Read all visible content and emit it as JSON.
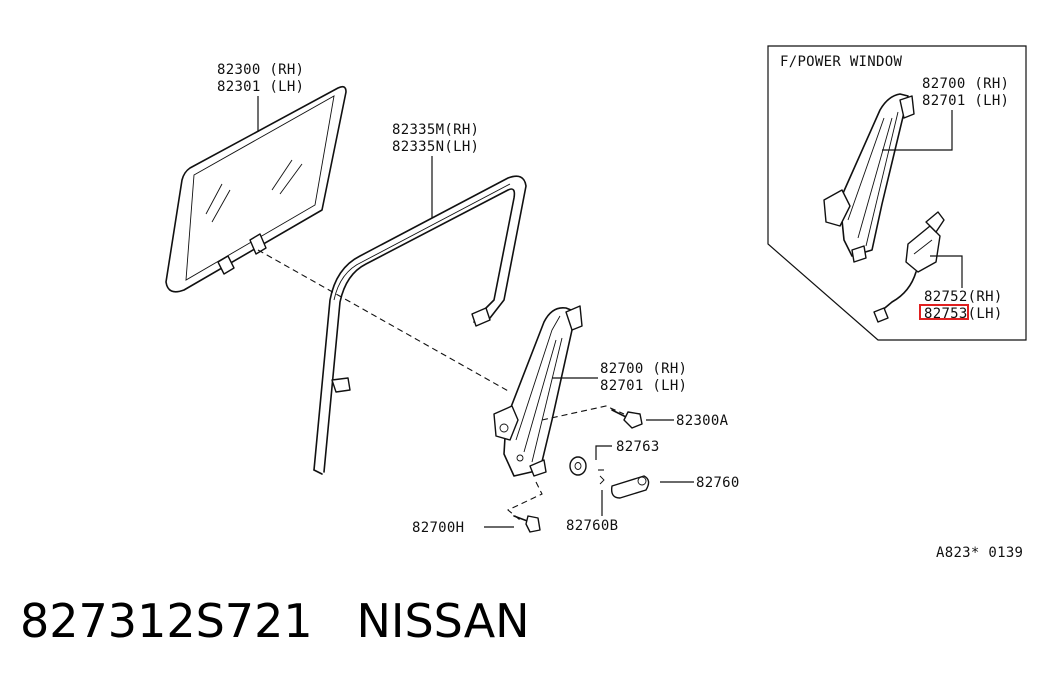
{
  "inset": {
    "title": "F/POWER WINDOW",
    "regulator_rh": "82700 (RH)",
    "regulator_lh": "82701 (LH)",
    "motor_rh": "82752(RH)",
    "motor_lh": "82753(LH)",
    "highlight_color": "#e02020"
  },
  "parts": {
    "glass_rh": "82300 (RH)",
    "glass_lh": "82301 (LH)",
    "run_rh": "82335M(RH)",
    "run_lh": "82335N(LH)",
    "regulator_rh": "82700 (RH)",
    "regulator_lh": "82701 (LH)",
    "bolt_a": "82300A",
    "washer": "82763",
    "handle": "82760",
    "handle_b": "82760B",
    "bolt_h": "82700H"
  },
  "figure_code": "A823* 0139",
  "caption": "827312S721   NISSAN"
}
